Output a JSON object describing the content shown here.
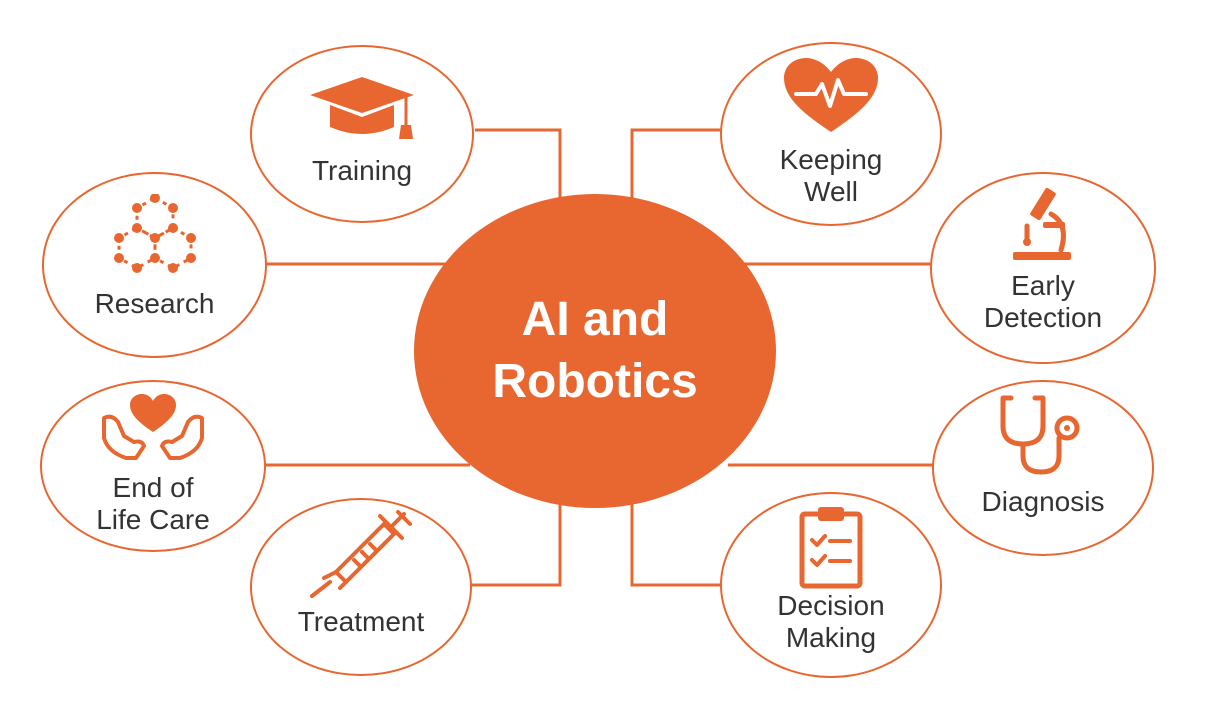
{
  "center": {
    "label": "AI and\nRobotics"
  },
  "nodes": {
    "training": {
      "label": "Training",
      "icon": "graduation-cap-icon"
    },
    "research": {
      "label": "Research",
      "icon": "molecule-icon"
    },
    "end_of_life_care": {
      "label": "End of\nLife Care",
      "icon": "hands-heart-icon"
    },
    "treatment": {
      "label": "Treatment",
      "icon": "syringe-icon"
    },
    "keeping_well": {
      "label": "Keeping\nWell",
      "icon": "heartbeat-icon"
    },
    "early_detection": {
      "label": "Early\nDetection",
      "icon": "microscope-icon"
    },
    "diagnosis": {
      "label": "Diagnosis",
      "icon": "stethoscope-icon"
    },
    "decision_making": {
      "label": "Decision\nMaking",
      "icon": "clipboard-checklist-icon"
    }
  },
  "colors": {
    "accent": "#e8662f",
    "text": "#333333",
    "center_text": "#ffffff"
  }
}
